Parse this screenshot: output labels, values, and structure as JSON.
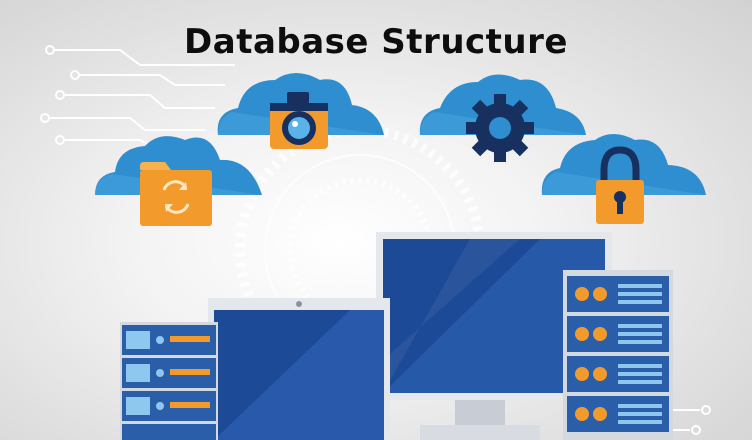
{
  "title": "Database Structure",
  "colors": {
    "cloud": "#2e8ecf",
    "cloud_light": "#59b3e8",
    "navy": "#17305f",
    "orange": "#f39a2c",
    "screen": "#1d4a96",
    "monitor_frame": "#e4e7ec",
    "server": "#2a5ea8",
    "server_light": "#8ec8ee"
  },
  "icons": [
    "circuit-lines",
    "folder-sync-icon",
    "camera-icon",
    "gear-icon",
    "padlock-icon",
    "laptop",
    "desktop-monitor",
    "server-rack-left",
    "server-rack-right"
  ]
}
